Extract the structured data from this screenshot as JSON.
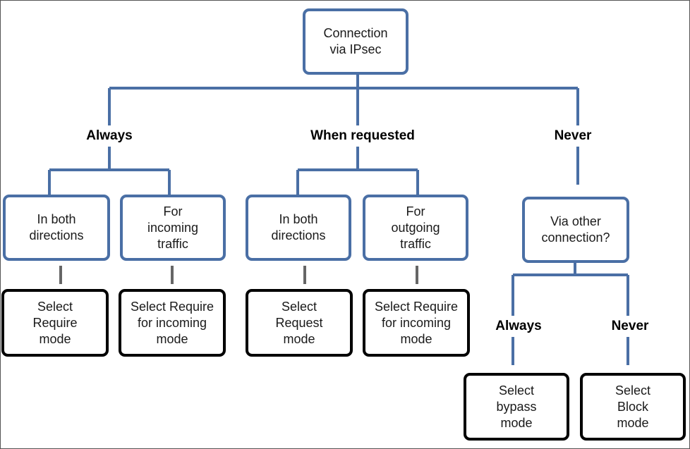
{
  "root": {
    "text": "Connection\nvia IPsec"
  },
  "branches": {
    "always": {
      "label": "Always"
    },
    "when_requested": {
      "label": "When requested"
    },
    "never": {
      "label": "Never"
    }
  },
  "conditions": {
    "always_both": "In  both\ndirections",
    "always_incoming": "For\nincoming\ntraffic",
    "requested_both": "In both\ndirections",
    "requested_outgoing": "For\noutgoing\ntraffic",
    "never_other": "Via other\nconnection?"
  },
  "actions": {
    "require": "Select\nRequire\nmode",
    "require_incoming_1": "Select Require\nfor incoming\nmode",
    "request": "Select\nRequest\nmode",
    "require_incoming_2": "Select Require\nfor incoming\nmode",
    "bypass": "Select\nbypass\nmode",
    "block": "Select\nBlock\nmode"
  },
  "sub_branches": {
    "always": {
      "label": "Always"
    },
    "never": {
      "label": "Never"
    }
  },
  "colors": {
    "question_border": "#4a6fa5",
    "action_border": "#000000",
    "connector_grey": "#666666"
  }
}
